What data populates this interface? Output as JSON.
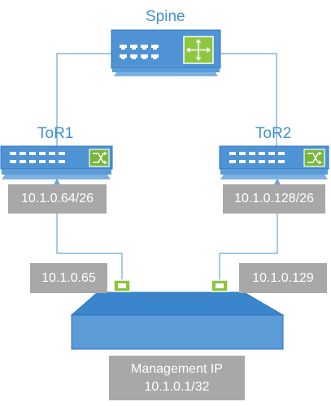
{
  "devices": {
    "spine": {
      "label": "Spine"
    },
    "tor1": {
      "label": "ToR1",
      "subnet": "10.1.0.64/26"
    },
    "tor2": {
      "label": "ToR2",
      "subnet": "10.1.0.128/26"
    }
  },
  "server": {
    "nic1_ip": "10.1.0.65",
    "nic2_ip": "10.1.0.129",
    "management": {
      "line1": "Management IP",
      "line2": "10.1.0.1/32"
    }
  },
  "colors": {
    "device_blue": "#4f93d4",
    "device_edge": "#2f73b6",
    "router_green": "#8dc63f",
    "switch_green": "#78b53a",
    "link_line": "#6ea3d3",
    "ip_box_gray": "#a8a8a8",
    "label_blue": "#3f8fd4"
  },
  "icons": {
    "spine": "router-icon",
    "tor": "switch-icon",
    "port": "port-icon",
    "nic": "nic-icon"
  }
}
